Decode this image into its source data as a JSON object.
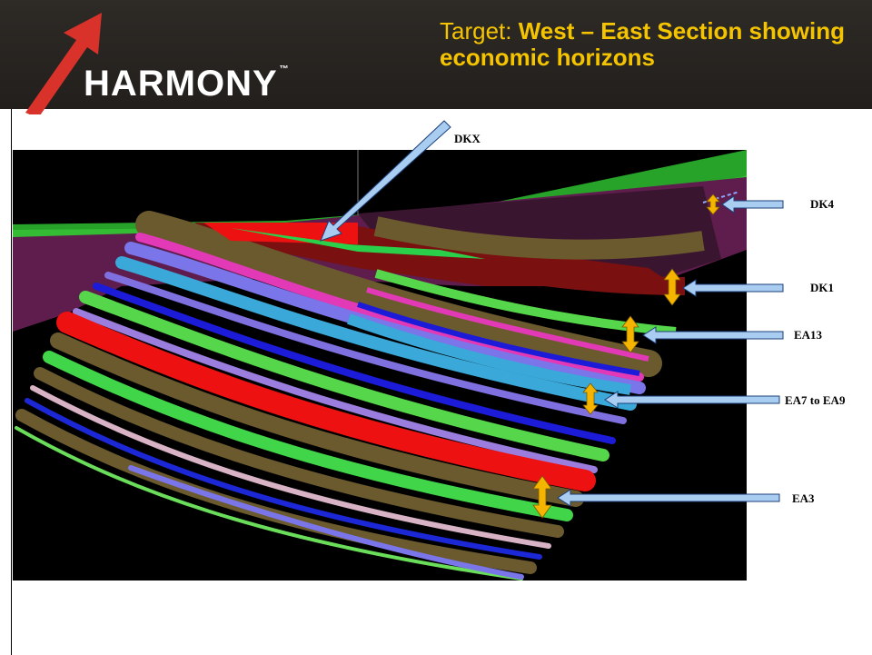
{
  "header": {
    "logo_text": "HARMONY",
    "logo_tm": "™",
    "title_prefix": "Target: ",
    "title_emphasis": "West – East Section showing economic horizons"
  },
  "labels": {
    "dkx": "DKX",
    "dk4": "DK4",
    "dk1": "DK1",
    "ea13": "EA13",
    "ea7_ea9": "EA7 to EA9",
    "ea3": "EA3"
  },
  "colors": {
    "header_bg": "#221f1c",
    "title": "#f5c400",
    "logo_arrow": "#d8322b",
    "callout_arrow": "#a9cdf0",
    "thickness_arrow": "#f4b400"
  }
}
